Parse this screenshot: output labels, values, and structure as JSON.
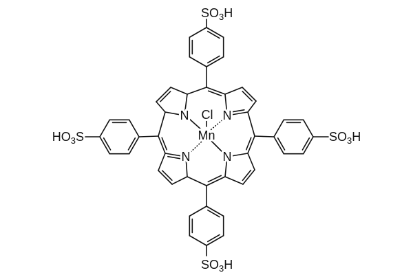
{
  "molecule": {
    "atoms": {
      "nitrogen": "N",
      "chlorine": "Cl",
      "manganese": "Mn"
    },
    "substituents": {
      "top": {
        "a": "SO",
        "sub": "3",
        "b": "H"
      },
      "bottom": {
        "a": "SO",
        "sub": "3",
        "b": "H"
      },
      "right": {
        "a": "SO",
        "sub": "3",
        "b": "H"
      },
      "left": {
        "a": "HO",
        "sub": "3",
        "b": "S"
      }
    },
    "colors": {
      "ink": "#111111",
      "background": "#ffffff"
    }
  }
}
